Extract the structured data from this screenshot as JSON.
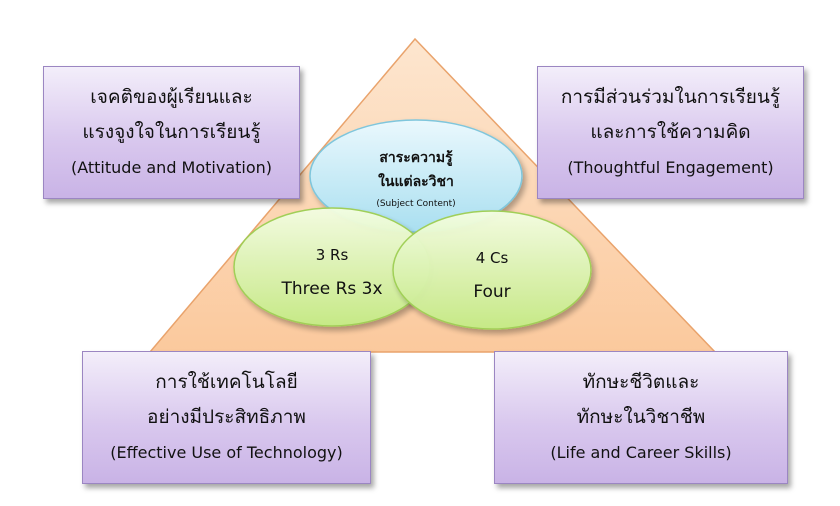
{
  "colors": {
    "triangle_fill": "#fbd0a8",
    "triangle_stroke": "#e9a36c",
    "box_fill": "#d9c8ee",
    "box_stroke": "#9b86c2",
    "oval_blue": "#c9ecf7",
    "oval_green": "#d6f2a8"
  },
  "boxes": {
    "top_left": {
      "line1": "เจคติของผู้เรียนและ",
      "line2": "แรงจูงใจในการเรียนรู้",
      "english": "(Attitude and Motivation)"
    },
    "top_right": {
      "line1": "การมีส่วนร่วมในการเรียนรู้",
      "line2": "และการใช้ความคิด",
      "english": "(Thoughtful Engagement)"
    },
    "bottom_left": {
      "line1": "การใช้เทคโนโลยี",
      "line2": "อย่างมีประสิทธิภาพ",
      "english": "(Effective Use of Technology)"
    },
    "bottom_right": {
      "line1": "ทักษะชีวิตและ",
      "line2": "ทักษะในวิชาชีพ",
      "english": "(Life and Career Skills)"
    }
  },
  "ovals": {
    "content": {
      "line1": "สาระความรู้",
      "line2": "ในแต่ละวิชา",
      "english": "(Subject Content)"
    },
    "three_rs": {
      "line1": "3 Rs",
      "line2": "Three Rs 3x"
    },
    "four_cs": {
      "line1": "4 Cs",
      "line2": "Four"
    }
  }
}
